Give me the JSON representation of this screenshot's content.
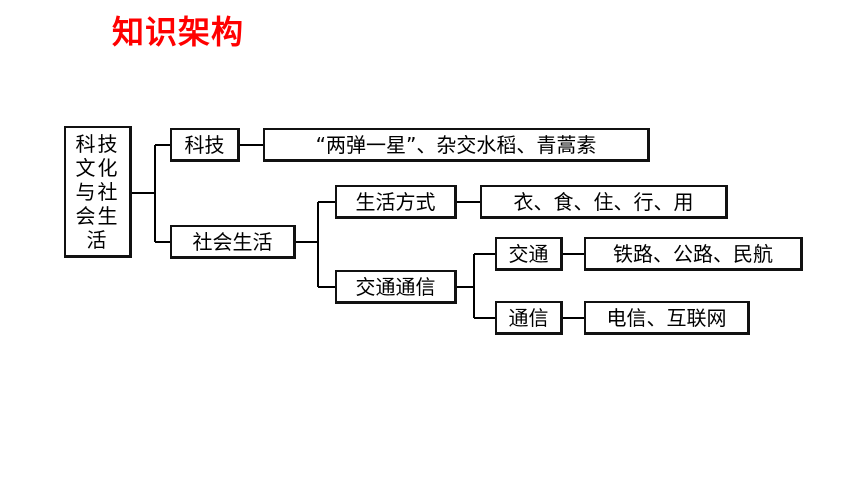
{
  "title": "知识架构",
  "root": {
    "lines": [
      "科技",
      "文化",
      "与社",
      "会生",
      "活"
    ]
  },
  "nodes": {
    "keji": "科技",
    "keji_detail": "“两弹一星”、杂交水稻、青蒿素",
    "shehui": "社会生活",
    "fangshi": "生活方式",
    "fangshi_detail": "衣、食、住、行、用",
    "jiaotong_tongxin": "交通通信",
    "jiaotong": "交通",
    "jiaotong_detail": "铁路、公路、民航",
    "tongxin": "通信",
    "tongxin_detail": "电信、互联网"
  },
  "colors": {
    "title": "#ff0000",
    "line": "#000000"
  }
}
